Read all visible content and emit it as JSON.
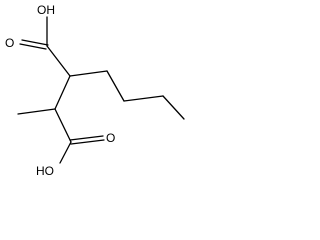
{
  "structure": {
    "atoms": {
      "hydroxyl_top": "OH",
      "carbonyl_o_top": "O",
      "carbonyl_o_bottom": "O",
      "hydroxyl_bottom": "HO"
    }
  }
}
